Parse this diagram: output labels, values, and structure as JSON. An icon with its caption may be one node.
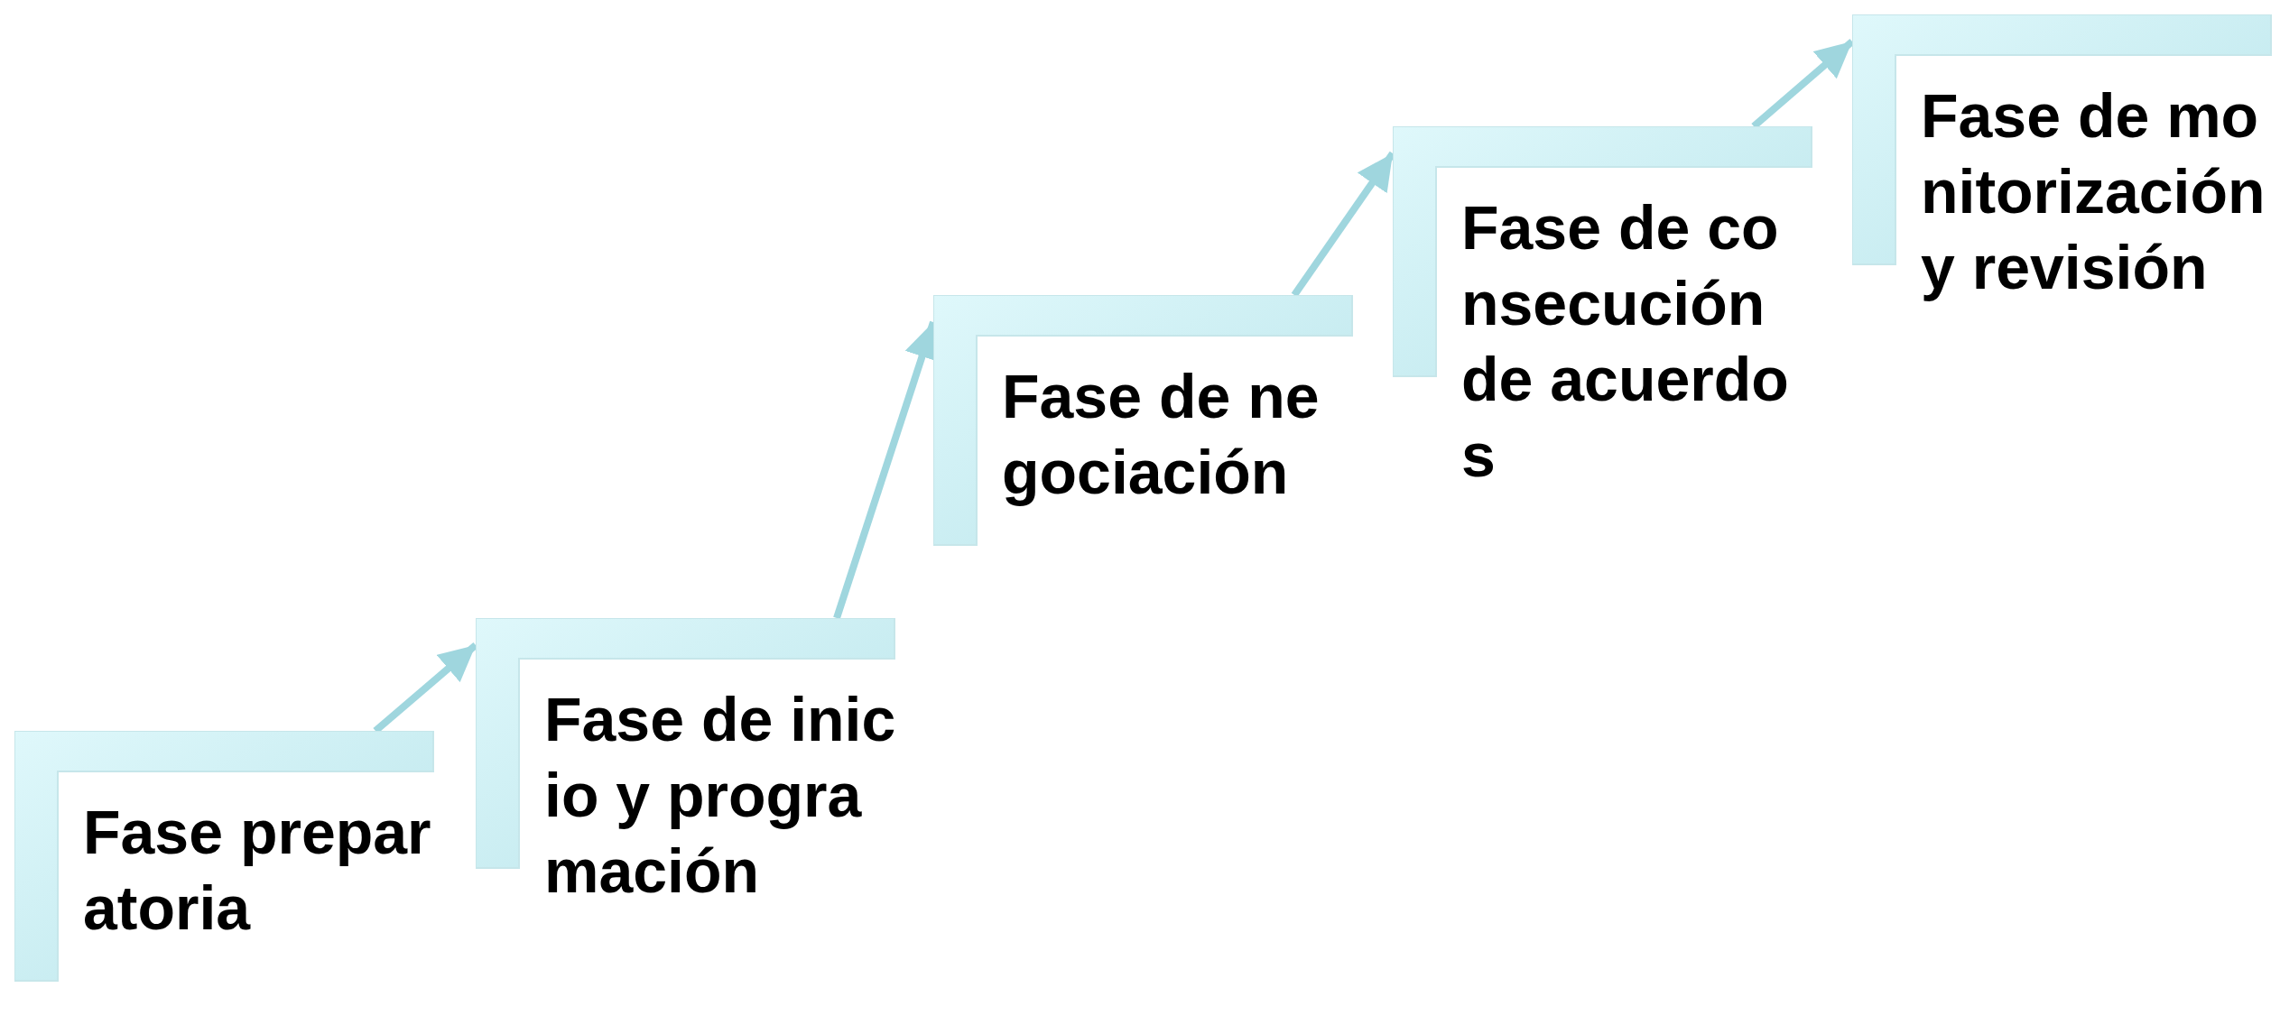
{
  "diagram": {
    "nodes": [
      {
        "text": [
          "Fase preparatoria"
        ]
      },
      {
        "text": [
          "Fase de inicio y programación"
        ]
      },
      {
        "text": [
          "Fase de negociación"
        ]
      },
      {
        "text": [
          "Fase de consecución de acuerdos"
        ]
      },
      {
        "text": [
          "Fase de monitorización y revisión"
        ]
      }
    ],
    "edges": [
      {
        "from": 0,
        "to": 1,
        "arrow": "to"
      },
      {
        "from": 1,
        "to": 2,
        "arrow": "to"
      },
      {
        "from": 2,
        "to": 3,
        "arrow": "to"
      },
      {
        "from": 3,
        "to": 4,
        "arrow": "to"
      }
    ]
  }
}
